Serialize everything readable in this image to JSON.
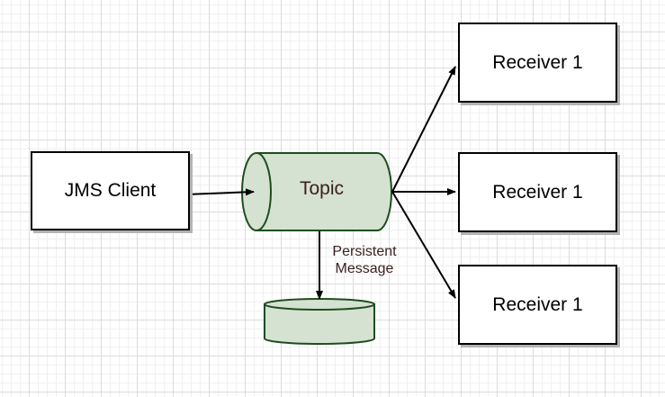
{
  "nodes": {
    "client": {
      "label": "JMS Client"
    },
    "topic": {
      "label": "Topic"
    },
    "receivers": [
      {
        "label": "Receiver 1"
      },
      {
        "label": "Receiver 1"
      },
      {
        "label": "Receiver 1"
      }
    ]
  },
  "edges": {
    "persist_label_line1": "Persistent",
    "persist_label_line2": "Message"
  },
  "colors": {
    "topic_fill": "#d5e2d2",
    "store_fill": "#d5e2d2",
    "shape_stroke": "#1f4d1f",
    "label_text": "#3b1e1e"
  }
}
